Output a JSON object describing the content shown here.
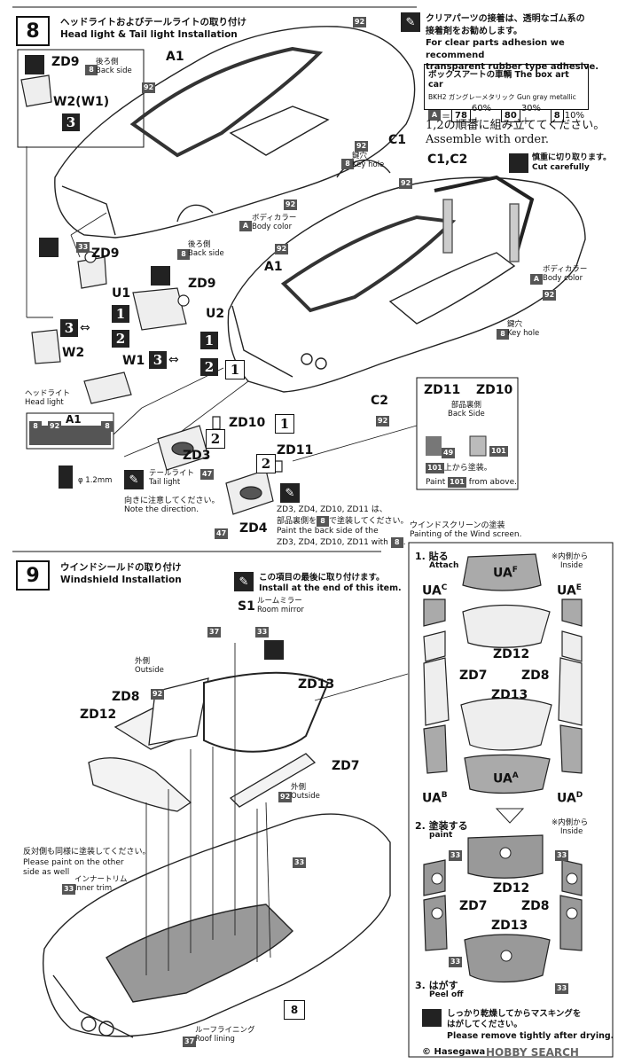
{
  "step8": {
    "number": "8",
    "title_jp": "ヘッドライトおよびテールライトの取り付け",
    "title_en": "Head light & Tail light Installation",
    "clear_parts_jp1": "クリアパーツの接着は、透明なゴム系の",
    "clear_parts_jp2": "接着剤をお勧めします。",
    "clear_parts_en1": "For clear parts adhesion we recommend",
    "clear_parts_en2": "transparent rubber type adhesive.",
    "boxart_title": "ボックスアートの車輌 The box art car",
    "boxart_color": "BKH2 ガングレーメタリック  Gun gray metallic",
    "boxart_mix": {
      "a": "A",
      "p1": "78",
      "v1": "60%＋",
      "p2": "80",
      "v2": "30%＋",
      "p3": "8",
      "v3": "10%"
    },
    "order_jp": "1,2の順番に組み立ててください。",
    "order_en": "Assemble with order.",
    "cut_jp": "慎重に切り取ります。",
    "cut_en": "Cut carefully",
    "zd9_left": "ZD9",
    "back_side_jp": "後ろ側",
    "back_side_en": "Back side",
    "w2w1": "W2(W1)",
    "key_hole_jp": "鍵穴",
    "key_hole_en": "Key hole",
    "body_color_jp": "ボディカラー",
    "body_color_en": "Body color",
    "a1": "A1",
    "c1": "C1",
    "c1c2": "C1,C2",
    "c2": "C2",
    "u1": "U1",
    "u2": "U2",
    "w1": "W1",
    "w2": "W2",
    "zd9": "ZD9",
    "zd10": "ZD10",
    "zd11": "ZD11",
    "zd3": "ZD3",
    "zd4": "ZD4",
    "headlight_jp": "ヘッドライト",
    "headlight_en": "Head light",
    "phi": "φ 1.2mm",
    "taillight_jp": "テールライト",
    "taillight_en": "Tail light",
    "direction_jp": "向きに注意してください。",
    "direction_en": "Note the direction.",
    "backside_jp": "部品裏側",
    "backside_en": "Back Side",
    "paint_over_jp": "上から塗装。",
    "paint_over_en1": "Paint",
    "paint_over_en2": "from above.",
    "paint_back_jp": "ZD3, ZD4, ZD10, ZD11 は、",
    "paint_back_jp2": "部品裏側を",
    "paint_back_jp3": "で塗装してください。",
    "paint_back_en1": "Paint the back side of the",
    "paint_back_en2": "ZD3, ZD4, ZD10, ZD11 with",
    "refs": {
      "r92": "92",
      "r33": "33",
      "r8": "8",
      "r47": "47",
      "r49": "49",
      "r101": "101",
      "rA": "A"
    }
  },
  "step9": {
    "number": "9",
    "title_jp": "ウインドシールドの取り付け",
    "title_en": "Windshield Installation",
    "install_last_jp": "この項目の最後に取り付けます。",
    "install_last_en": "Install at the end of this item.",
    "s1": "S1",
    "mirror_jp": "ルームミラー",
    "mirror_en": "Room mirror",
    "outside_jp": "外側",
    "outside_en": "Outside",
    "zd8": "ZD8",
    "zd12": "ZD12",
    "zd13": "ZD13",
    "zd7": "ZD7",
    "paint_other_jp": "反対側も同様に塗装してください。",
    "paint_other_en1": "Please paint on the other",
    "paint_other_en2": "side as well",
    "inner_trim_jp": "インナートリム",
    "inner_trim_en": "Inner trim",
    "roof_lining_jp": "ルーフライニング",
    "roof_lining_en": "Roof lining",
    "ref8": "8",
    "ref33": "33",
    "ref37": "37",
    "ref92": "92"
  },
  "windscreen": {
    "title_jp": "ウインドスクリーンの塗装",
    "title_en": "Painting of the Wind screen.",
    "s1_jp": "1. 貼る",
    "s1_en": "Attach",
    "inside_jp": "※内側から",
    "inside_en": "Inside",
    "uaf": "UA",
    "uaf_sub": "F",
    "uac": "UA",
    "uac_sub": "C",
    "uae": "UA",
    "uae_sub": "E",
    "uab": "UA",
    "uab_sub": "B",
    "uad": "UA",
    "uad_sub": "D",
    "uaa": "UA",
    "uaa_sub": "A",
    "zd12": "ZD12",
    "zd7": "ZD7",
    "zd8": "ZD8",
    "zd13": "ZD13",
    "s2_jp": "2. 塗装する",
    "s2_en": "paint",
    "s3_jp": "3. はがす",
    "s3_en": "Peel off",
    "peel_jp1": "しっかり乾燥してからマスキングを",
    "peel_jp2": "はがしてください。",
    "peel_en": "Please remove tightly after drying.",
    "letters": [
      "F",
      "C",
      "B",
      "E",
      "D",
      "A"
    ],
    "ref33": "33"
  },
  "footer": {
    "copyright": "© Hasegawa",
    "watermark": "HOBBY SEARCH"
  }
}
